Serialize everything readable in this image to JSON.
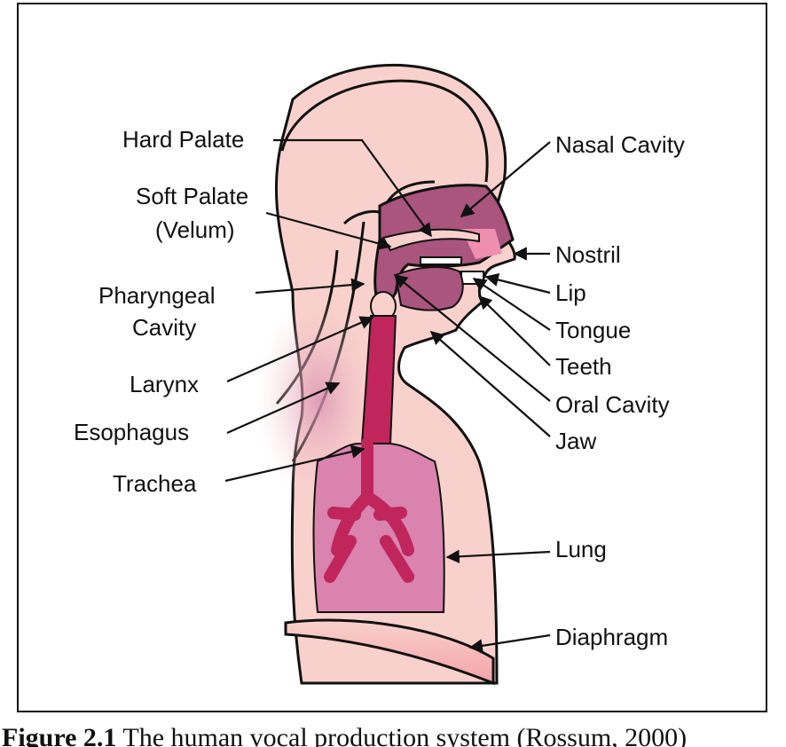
{
  "labels": {
    "hard_palate": "Hard Palate",
    "soft_palate_line1": "Soft Palate",
    "soft_palate_line2": "(Velum)",
    "pharyngeal_line1": "Pharyngeal",
    "pharyngeal_line2": "Cavity",
    "larynx": "Larynx",
    "esophagus": "Esophagus",
    "trachea": "Trachea",
    "nasal_cavity": "Nasal Cavity",
    "nostril": "Nostril",
    "lip": "Lip",
    "tongue": "Tongue",
    "teeth": "Teeth",
    "oral_cavity": "Oral Cavity",
    "jaw": "Jaw",
    "lung": "Lung",
    "diaphragm": "Diaphragm"
  },
  "caption": {
    "prefix": "Figure 2.1",
    "text": " The human vocal production system (Rossum, 2000)"
  },
  "colors": {
    "skin": "#f9d1cc",
    "tract": "#a9557d",
    "trachea": "#c0265c",
    "lung": "#d983ae",
    "nasal_highlight": "#ef8fb0"
  }
}
